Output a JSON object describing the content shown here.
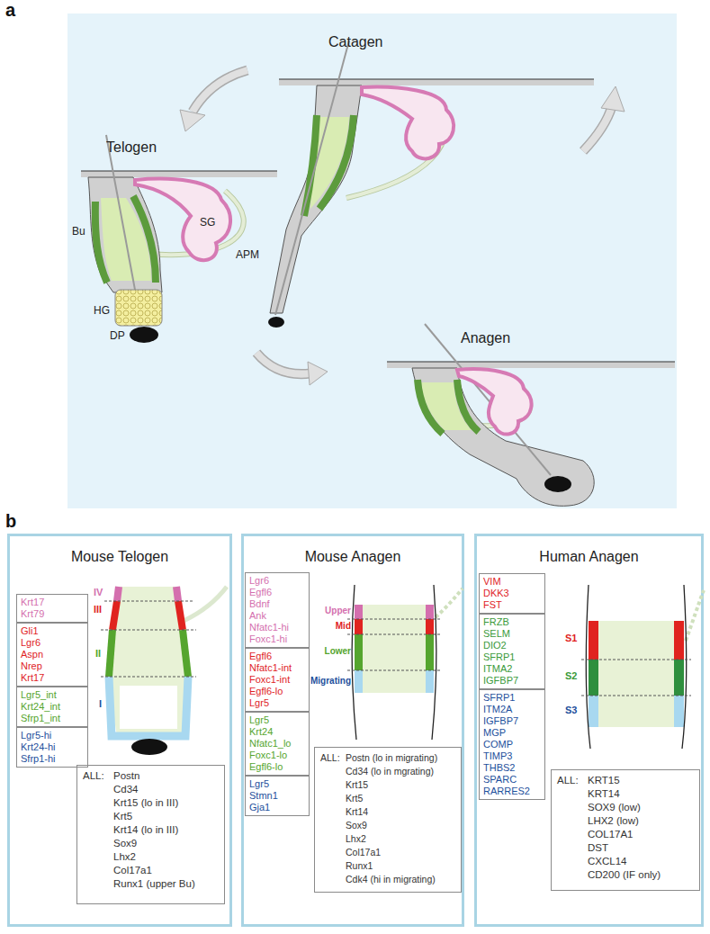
{
  "diagram": {
    "nodes": [
      {
        "text": [
          "Catagen",
          "Telogen",
          "Anagen",
          "SG",
          "APM",
          "Bu",
          "HG",
          "DP"
        ]
      },
      {
        "text": [
          "Mouse Telogen",
          "IV",
          "III",
          "II",
          "I"
        ]
      },
      {
        "text": [
          "Krt17",
          "Krt79"
        ],
        "in": 1
      },
      {
        "text": [
          "Gli1",
          "Lgr6",
          "Aspn",
          "Nrep",
          "Krt17"
        ],
        "in": 1
      },
      {
        "text": [
          "Lgr5_int",
          "Krt24_int",
          "Sfrp1_int"
        ],
        "in": 1
      },
      {
        "text": [
          "Lgr5-hi",
          "Krt24-hi",
          "Sfrp1-hi"
        ],
        "in": 1
      },
      {
        "text": [
          "ALL:",
          "Postn",
          "Cd34",
          "Krt15 (lo in III)",
          "Krt5",
          "Krt14 (lo in III)",
          "Sox9",
          "Lhx2",
          "Col17a1",
          "Runx1 (upper Bu)"
        ],
        "in": 1
      },
      {
        "text": [
          "Mouse Anagen",
          "Upper",
          "Mid",
          "Lower",
          "Migrating"
        ]
      },
      {
        "text": [
          "Lgr6",
          "Egfl6",
          "Bdnf",
          "Ank",
          "Nfatc1-hi",
          "Foxc1-hi"
        ],
        "in": 7
      },
      {
        "text": [
          "Egfl6",
          "Nfatc1-int",
          "Foxc1-int",
          "Egfl6-lo",
          "Lgr5"
        ],
        "in": 7
      },
      {
        "text": [
          "Lgr5",
          "Krt24",
          "Nfatc1_lo",
          "Foxc1-lo",
          "Egfl6-lo"
        ],
        "in": 7
      },
      {
        "text": [
          "Lgr5",
          "Stmn1",
          "Gja1"
        ],
        "in": 7
      },
      {
        "text": [
          "ALL:",
          "Postn (lo in migrating)",
          "Cd34 (lo in mgrating)",
          "Krt15",
          "Krt5",
          "Krt14",
          "Sox9",
          "Lhx2",
          "Col17a1",
          "Runx1",
          "Cdk4 (hi in migrating)"
        ],
        "in": 7
      },
      {
        "text": [
          "Human Anagen",
          "S1",
          "S2",
          "S3"
        ]
      },
      {
        "text": [
          "VIM",
          "DKK3",
          "FST"
        ],
        "in": 13
      },
      {
        "text": [
          "FRZB",
          "SELM",
          "DIO2",
          "SFRP1",
          "ITMA2",
          "IGFBP7"
        ],
        "in": 13
      },
      {
        "text": [
          "SFRP1",
          "ITM2A",
          "IGFBP7",
          "MGP",
          "COMP",
          "TIMP3",
          "THBS2",
          "SPARC",
          "RARRES2"
        ],
        "in": 13
      },
      {
        "text": [
          "ALL:",
          "KRT15",
          "KRT14",
          "SOX9 (low)",
          "LHX2 (low)",
          "COL17A1",
          "DST",
          "CXCL14",
          "CD200 (IF only)"
        ],
        "in": 13
      }
    ],
    "labels": [
      "a",
      "b"
    ]
  }
}
